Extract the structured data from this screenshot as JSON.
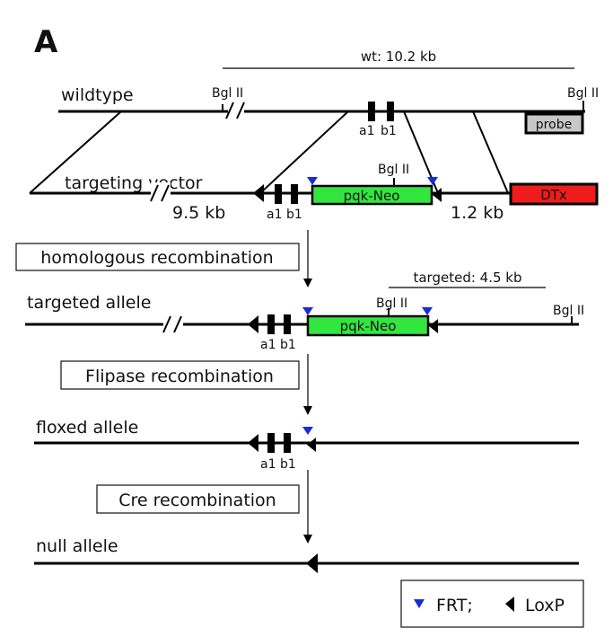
{
  "panel_label": "A",
  "rows": {
    "wildtype": "wildtype",
    "targeting_vector": "targeting vector",
    "targeted_allele": "targeted allele",
    "floxed_allele": "floxed allele",
    "null_allele": "null allele"
  },
  "steps": {
    "homologous": "homologous recombination",
    "flipase": "Flipase recombination",
    "cre": "Cre recombination"
  },
  "fragments": {
    "wt": "wt: 10.2 kb",
    "targeted": "targeted: 4.5 kb",
    "arm_5": "9.5 kb",
    "arm_3": "1.2 kb"
  },
  "site_label": "Bgl II",
  "exons": {
    "a": "a1",
    "b": "b1"
  },
  "elements": {
    "neo": "pqk-Neo",
    "dtx": "DTx",
    "probe": "probe"
  },
  "legend": {
    "frt": "FRT;",
    "loxp": "LoxP"
  },
  "colors": {
    "neo": "#33e63f",
    "dtx": "#ee1c1c",
    "probe": "#c8c8c8",
    "frt": "#1a2bd6"
  }
}
